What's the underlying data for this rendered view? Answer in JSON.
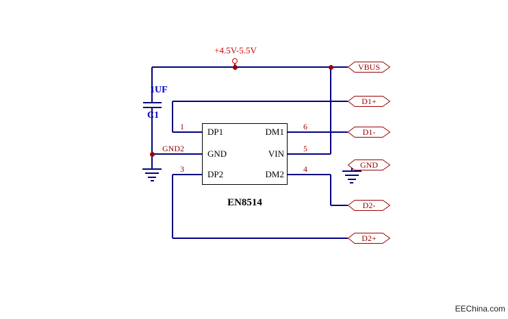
{
  "schematic": {
    "power_label": "+4.5V-5.5V",
    "capacitor": {
      "value": "1UF",
      "designator": "C1"
    },
    "ic": {
      "designator": "EN8514",
      "left_pins": [
        {
          "annotation": "1",
          "name": "DP1"
        },
        {
          "annotation": "GND2",
          "name": "GND"
        },
        {
          "annotation": "3",
          "name": "DP2"
        }
      ],
      "right_pins": [
        {
          "annotation": "6",
          "name": "DM1"
        },
        {
          "annotation": "5",
          "name": "VIN"
        },
        {
          "annotation": "4",
          "name": "DM2"
        }
      ]
    },
    "ports": [
      {
        "label": "VBUS"
      },
      {
        "label": "D1+"
      },
      {
        "label": "D1-"
      },
      {
        "label": "GND"
      },
      {
        "label": "D2-"
      },
      {
        "label": "D2+"
      }
    ],
    "watermark": "EEChina.com",
    "colors": {
      "wire": "#000080",
      "junction": "#990000",
      "port_outline": "#990000",
      "port_text": "#990000",
      "pin_annotation": "#990000",
      "power_label": "#cc0000",
      "capacitor_label": "#0000cc",
      "ic_outline": "#000000",
      "ic_text": "#000000"
    }
  }
}
